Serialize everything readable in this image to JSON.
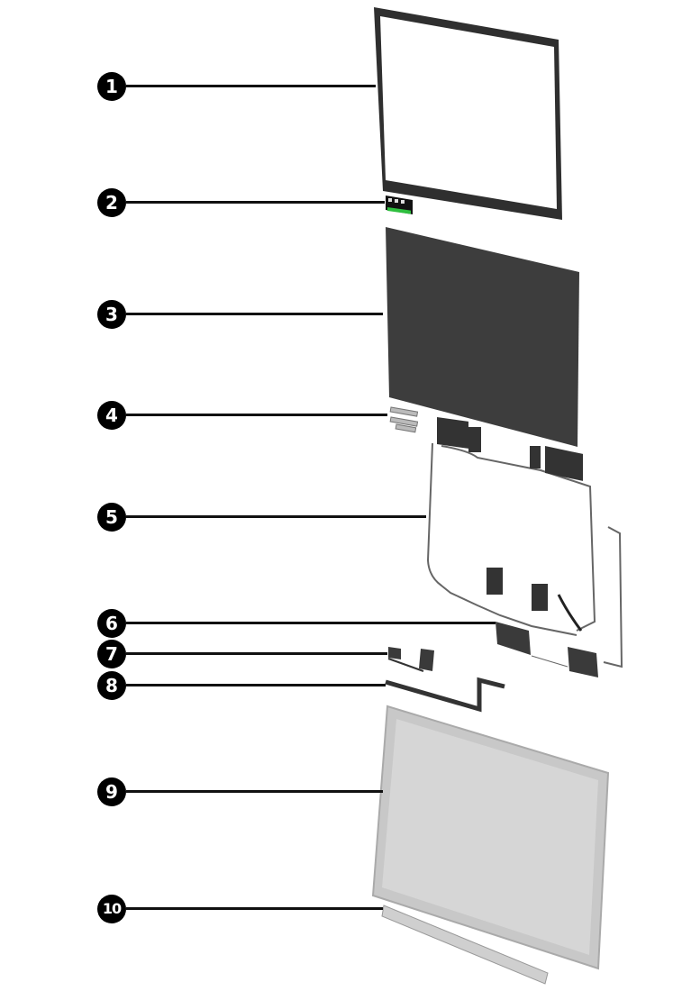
{
  "diagram": {
    "title": "",
    "type": "exploded-parts-view",
    "callouts": [
      {
        "number": "1",
        "part": "display-bezel"
      },
      {
        "number": "2",
        "part": "webcam-module"
      },
      {
        "number": "3",
        "part": "display-panel"
      },
      {
        "number": "4",
        "part": "hinge-brackets"
      },
      {
        "number": "5",
        "part": "antenna-cables"
      },
      {
        "number": "6",
        "part": "antenna-modules"
      },
      {
        "number": "7",
        "part": "display-cable-small"
      },
      {
        "number": "8",
        "part": "display-cable"
      },
      {
        "number": "9",
        "part": "display-back-cover"
      },
      {
        "number": "10",
        "part": "hinge-cover"
      }
    ]
  },
  "colors": {
    "badge": "#000000",
    "leader": "#111111",
    "bezel": "#2f2f2f",
    "panel": "#3a3a3a",
    "back_cover": "#c9c9c9",
    "cable": "#555555"
  }
}
